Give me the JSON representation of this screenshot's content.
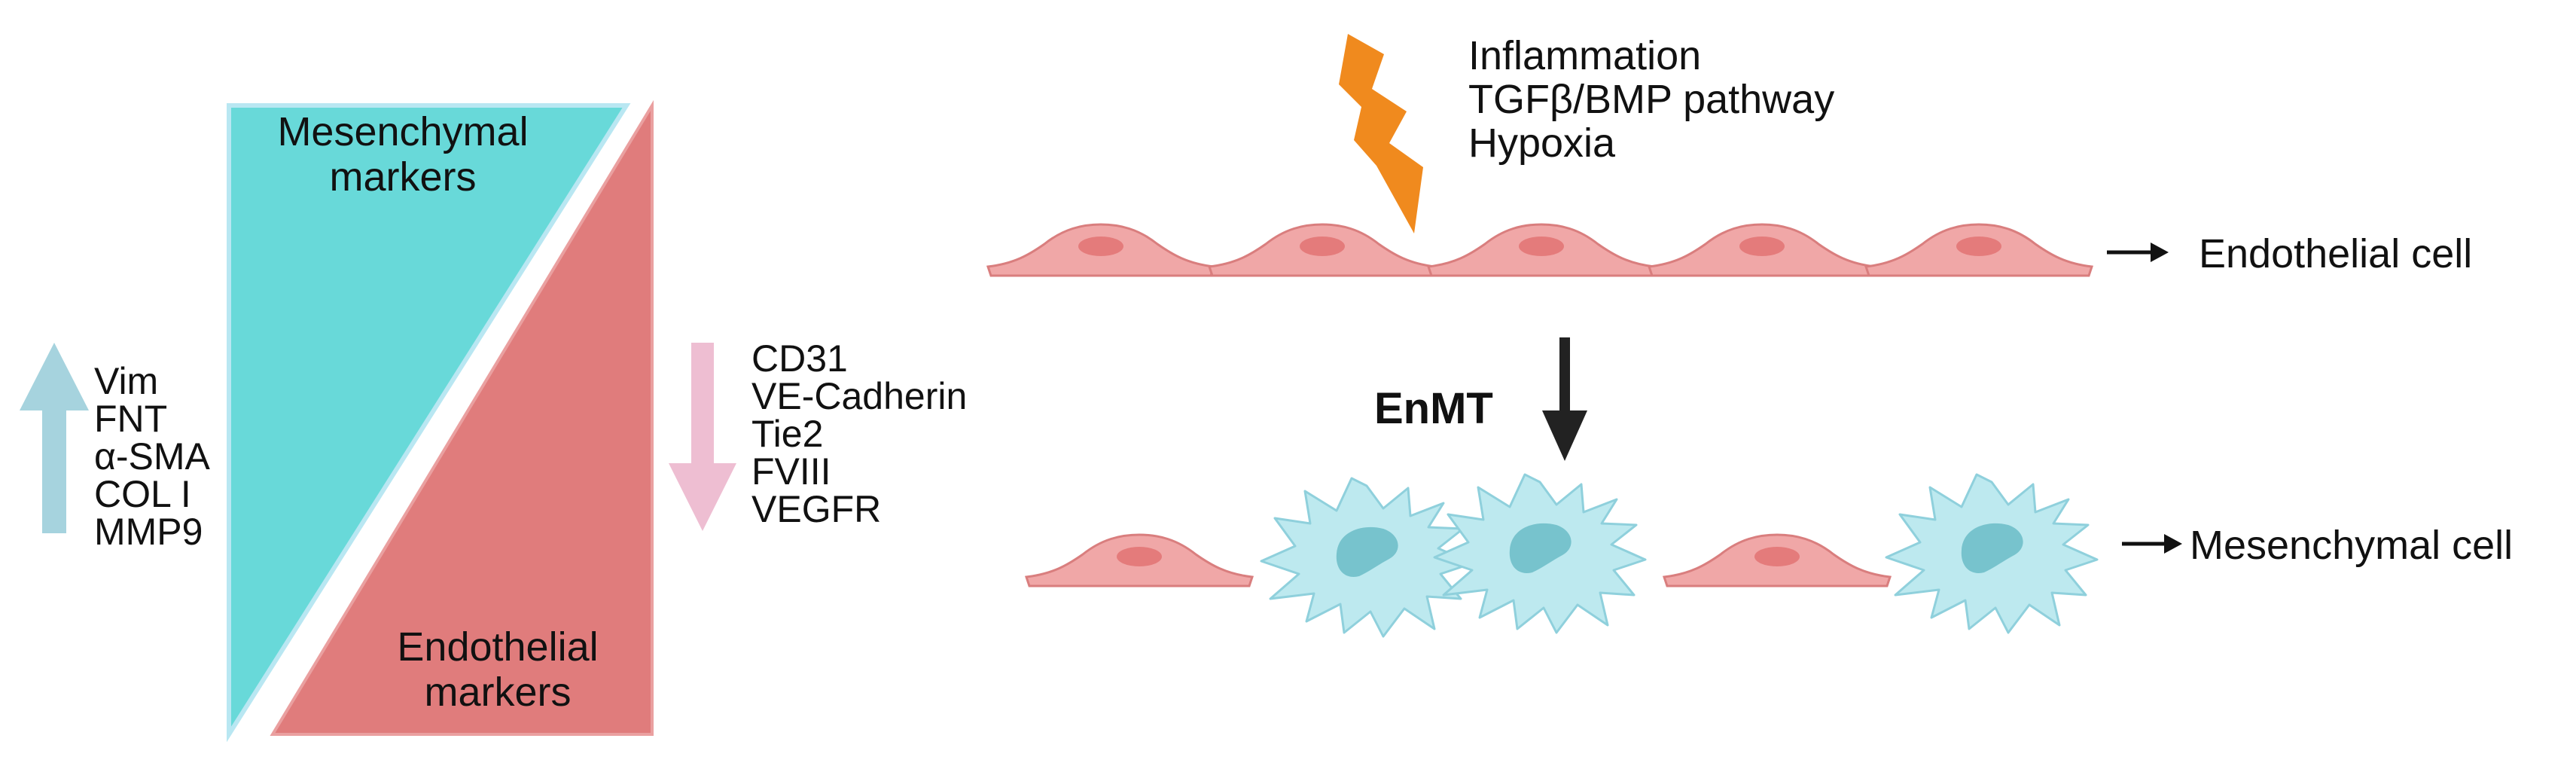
{
  "left_panel": {
    "mesenchymal_markers_title": [
      "Mesenchymal",
      "markers"
    ],
    "endothelial_markers_title": [
      "Endothelial",
      "markers"
    ],
    "upregulated_markers": [
      "Vim",
      "FNT",
      "α-SMA",
      "COL I",
      "MMP9"
    ],
    "downregulated_markers": [
      "CD31",
      "VE-Cadherin",
      "Tie2",
      "FVIII",
      "VEGFR"
    ]
  },
  "right_panel": {
    "stimuli": [
      "Inflammation",
      "TGFβ/BMP pathway",
      "Hypoxia"
    ],
    "process_label": "EnMT",
    "endothelial_cell_label": "Endothelial cell",
    "mesenchymal_cell_label": "Mesenchymal cell"
  },
  "colors": {
    "mesenchymal_teal": "#68d9d9",
    "endothelial_red": "#e07c7c",
    "cell_pink": "#f0a7a7",
    "cell_nucleus": "#e47b7b",
    "mesenchymal_cell_blue": "#bde9ef",
    "mesenchymal_nucleus": "#77c3cd",
    "up_arrow": "#a6d3de",
    "down_arrow": "#eebed2",
    "lightning": "#f08a1e"
  }
}
